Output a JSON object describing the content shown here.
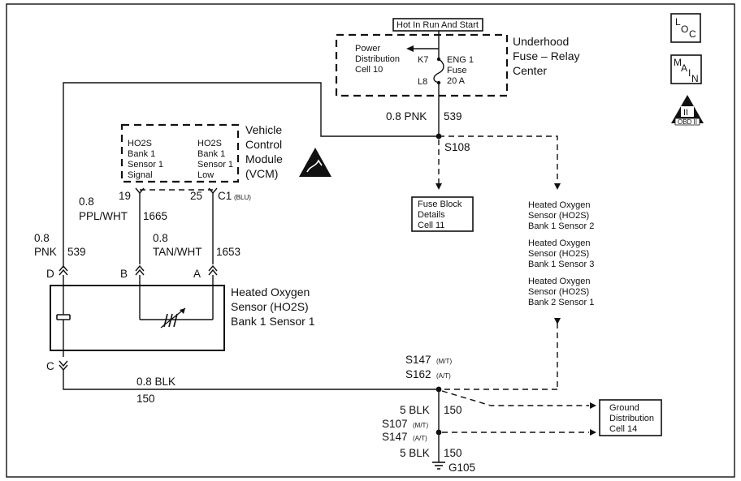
{
  "power": {
    "banner": "Hot In Run And Start"
  },
  "fuse_center": {
    "title_lines": [
      "Underhood",
      "Fuse – Relay",
      "Center"
    ],
    "left_lines": [
      "Power",
      "Distribution",
      "Cell 10"
    ],
    "k7": "K7",
    "l8": "L8",
    "fuse_lines": [
      "ENG 1",
      "Fuse",
      "20 A"
    ]
  },
  "wires": {
    "top_pnk": "0.8 PNK",
    "top_pnk_circuit": "539",
    "left_pnk_gauge": "0.8",
    "left_pnk_color": "PNK",
    "left_pnk_circuit": "539",
    "ppl_gauge": "0.8",
    "ppl_color": "PPL/WHT",
    "ppl_circuit": "1665",
    "tan_gauge": "0.8",
    "tan_color": "TAN/WHT",
    "tan_circuit": "1653",
    "blk_gauge_color": "0.8 BLK",
    "blk_circuit": "150",
    "blk5_upper": "5 BLK",
    "blk5_upper_circuit": "150",
    "blk5_lower": "5 BLK",
    "blk5_lower_circuit": "150"
  },
  "splices": {
    "s108": "S108",
    "s147_top": "S147",
    "s147_top_note": "(M/T)",
    "s162": "S162",
    "s162_note": "(A/T)",
    "s107": "S107",
    "s107_note": "(M/T)",
    "s147_bottom": "S147",
    "s147_bottom_note": "(A/T)",
    "ground": "G105"
  },
  "vcm": {
    "title_lines": [
      "Vehicle",
      "Control",
      "Module",
      "(VCM)"
    ],
    "left_lines": [
      "HO2S",
      "Bank 1",
      "Sensor 1",
      "Signal"
    ],
    "right_lines": [
      "HO2S",
      "Bank 1",
      "Sensor 1",
      "Low"
    ],
    "pin_left": "19",
    "pin_right": "25",
    "connector": "C1",
    "connector_color": "(BLU)"
  },
  "fuse_block": {
    "lines": [
      "Fuse Block",
      "Details",
      "Cell 11"
    ]
  },
  "sensor": {
    "title_lines": [
      "Heated Oxygen",
      "Sensor (HO2S)",
      "Bank 1 Sensor 1"
    ],
    "pin_d": "D",
    "pin_b": "B",
    "pin_a": "A",
    "pin_c": "C"
  },
  "other_sensors": [
    {
      "lines": [
        "Heated Oxygen",
        "Sensor (HO2S)",
        "Bank 1 Sensor 2"
      ]
    },
    {
      "lines": [
        "Heated Oxygen",
        "Sensor (HO2S)",
        "Bank 1 Sensor 3"
      ]
    },
    {
      "lines": [
        "Heated Oxygen",
        "Sensor (HO2S)",
        "Bank 2 Sensor 1"
      ]
    }
  ],
  "ground_dist": {
    "lines": [
      "Ground",
      "Distribution",
      "Cell 14"
    ]
  },
  "badges": {
    "loc": [
      "L",
      "O",
      "C"
    ],
    "main": [
      "M",
      "A",
      "I",
      "N"
    ],
    "obd_numeral": "II",
    "obd_label": "OBD II"
  }
}
